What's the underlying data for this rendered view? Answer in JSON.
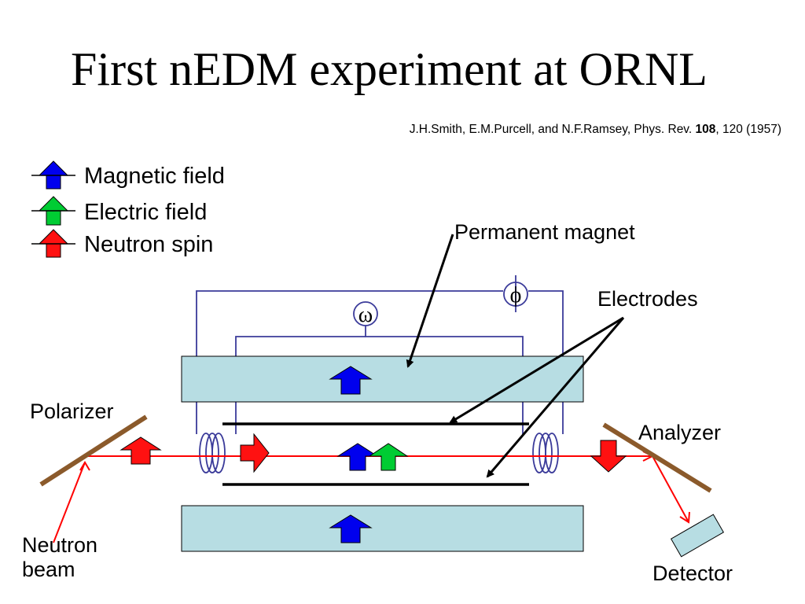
{
  "slide": {
    "title": "First nEDM experiment at ORNL",
    "citation": {
      "pre": "J.H.Smith, E.M.Purcell, and N.F.Ramsey, Phys. Rev. ",
      "volume": "108",
      "post": ", 120 (1957)"
    }
  },
  "legend": [
    {
      "label": "Magnetic field",
      "color": "#0000ee"
    },
    {
      "label": "Electric field",
      "color": "#00cc33"
    },
    {
      "label": "Neutron spin",
      "color": "#ff1111"
    }
  ],
  "labels": {
    "permanent_magnet": "Permanent magnet",
    "electrodes": "Electrodes",
    "polarizer": "Polarizer",
    "analyzer": "Analyzer",
    "neutron_beam_line1": "Neutron",
    "neutron_beam_line2": "beam",
    "detector": "Detector",
    "omega_symbol": "ω",
    "phi_symbol": "ϕ"
  },
  "colors": {
    "magnet_fill": "#b7dde3",
    "circuit_wire": "#3b3b9a",
    "beam": "#ff0000",
    "polarizer_plate": "#8b5a2b",
    "magnetic": "#0000ee",
    "electric": "#00cc33",
    "spin": "#ff1111"
  }
}
